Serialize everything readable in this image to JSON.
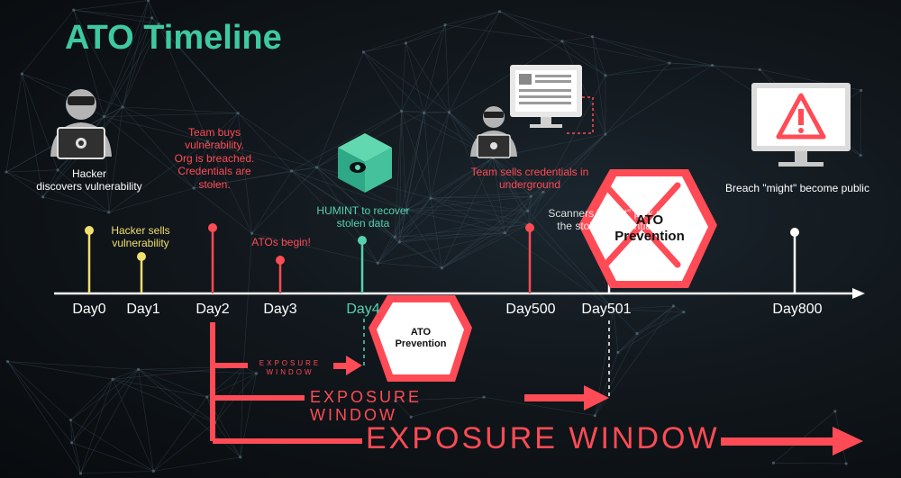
{
  "title": "ATO Timeline",
  "colors": {
    "accent": "#3ec9a0",
    "red": "#ff4b55",
    "yellow": "#f2df6e",
    "teal": "#55d2ad",
    "white": "#ffffff"
  },
  "days": [
    "Day0",
    "Day1",
    "Day2",
    "Day3",
    "Day4",
    "Day500",
    "Day501",
    "Day800"
  ],
  "events": {
    "hacker_discovers": "Hacker\ndiscovers vulnerability",
    "hacker_sells": "Hacker sells\nvulnerability",
    "team_buys": "Team buys\nvulnerability.\nOrg is breached.\nCredentials are\nstolen.",
    "atos_begin": "ATOs begin!",
    "humint": "HUMINT to recover\nstolen data",
    "team_sells": "Team sells credentials in\nunderground",
    "scanner": "Scanners \"might\" pick up\nthe stolen credentials",
    "breach_public": "Breach \"might\" become public"
  },
  "prevention": {
    "small": "ATO\nPrevention",
    "large": "ATO\nPrevention"
  },
  "exposure": {
    "small": "EXPOSURE\nWINDOW",
    "medium": "EXPOSURE\nWINDOW",
    "large": "EXPOSURE WINDOW"
  },
  "icons": [
    "hacker-laptop-icon",
    "hacker-laptop-icon",
    "humint-cube-icon",
    "monitor-document-icon",
    "warning-monitor-icon"
  ]
}
